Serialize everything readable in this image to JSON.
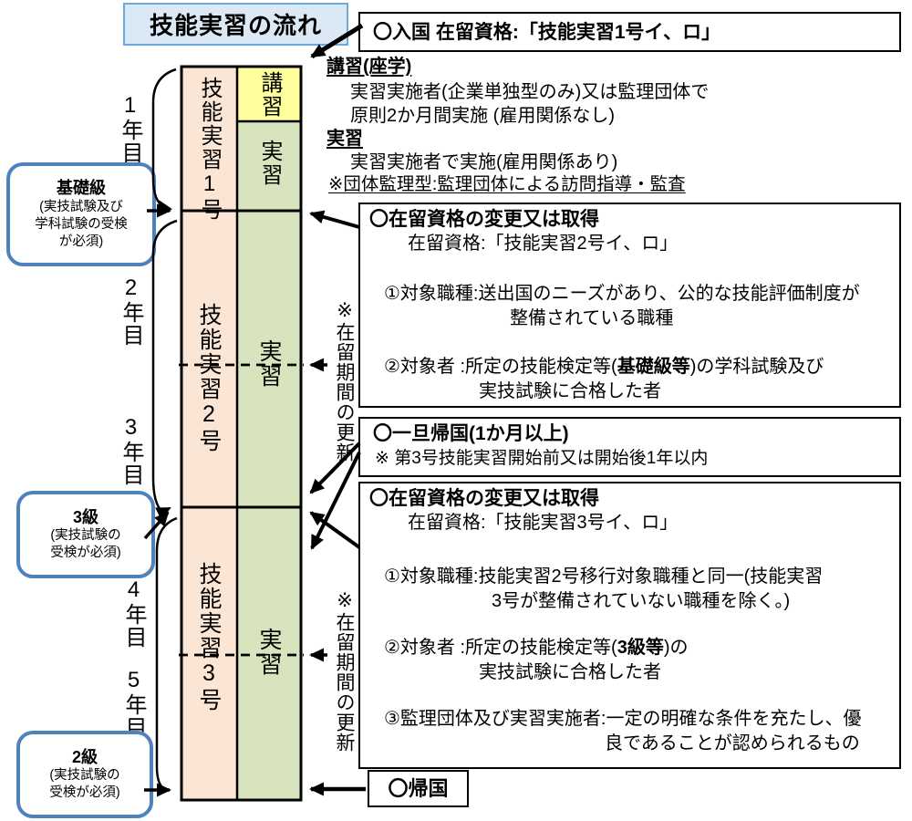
{
  "title": "技能実習の流れ",
  "colors": {
    "pink": "#FBE5D5",
    "green": "#D7E4BD",
    "yellow": "#FFFF9E",
    "title_bg": "#DBE9F6",
    "title_border": "#6FA8DC",
    "level_border": "#4F81BD",
    "line": "#000000"
  },
  "timeline": {
    "years": [
      "1年目",
      "2年目",
      "3年目",
      "4年目",
      "5年目"
    ],
    "phases": [
      "技能実習1号",
      "技能実習2号",
      "技能実習3号"
    ],
    "lecture_label": "講習",
    "training_label": "実習",
    "renewal_note": "※在留期間の更新"
  },
  "level_boxes": [
    {
      "name": "基礎級",
      "detail": "(実技試験及び\n学科試験の受検\nが必須)"
    },
    {
      "name": "3級",
      "detail": "(実技試験の\n受検が必須)"
    },
    {
      "name": "2級",
      "detail": "(実技試験の\n受検が必須)"
    }
  ],
  "notes": {
    "lecture_heading": "講習(座学)",
    "lecture_line1": "実習実施者(企業単独型のみ)又は監理団体で",
    "lecture_line2": "原則2か月間実施 (雇用関係なし)",
    "training_heading": "実習",
    "training_line1": "実習実施者で実施(雇用関係あり)",
    "training_line2": "※団体監理型:監理団体による訪問指導・監査"
  },
  "right_boxes": {
    "entry": {
      "lines": [
        {
          "seg": [
            {
              "t": "〇入国  在留資格:「技能実習1号イ、ロ」",
              "b": true
            }
          ],
          "size": 21,
          "ind": 8
        }
      ]
    },
    "change2": {
      "lines": [
        {
          "seg": [
            {
              "t": "〇在留資格の変更又は取得",
              "b": true
            }
          ],
          "size": 21,
          "ind": 4
        },
        {
          "seg": [
            {
              "t": "在留資格:「技能実習2号イ、ロ」"
            }
          ],
          "ind": 46
        },
        {
          "seg": [
            {
              "t": "①対象職種:送出国のニーズがあり、公的な技能評価制度が"
            }
          ],
          "ind": 20,
          "mt": 28
        },
        {
          "seg": [
            {
              "t": "整備されている職種"
            }
          ],
          "ind": 158
        },
        {
          "seg": [
            {
              "t": "②対象者 :所定の技能検定等("
            },
            {
              "t": "基礎級等",
              "b": true
            },
            {
              "t": ")の学科試験及び"
            }
          ],
          "ind": 20,
          "mt": 26
        },
        {
          "seg": [
            {
              "t": "実技試験に合格した者"
            }
          ],
          "ind": 124
        }
      ]
    },
    "temp_return": {
      "lines": [
        {
          "seg": [
            {
              "t": "〇一旦帰国(1か月以上)",
              "b": true
            }
          ],
          "size": 21,
          "ind": 8
        },
        {
          "seg": [
            {
              "t": "※ 第3号技能実習開始前又は開始後1年以内"
            }
          ],
          "size": 19,
          "ind": 10
        }
      ]
    },
    "change3": {
      "lines": [
        {
          "seg": [
            {
              "t": "〇在留資格の変更又は取得",
              "b": true
            }
          ],
          "size": 21,
          "ind": 4
        },
        {
          "seg": [
            {
              "t": "在留資格:「技能実習3号イ、ロ」"
            }
          ],
          "ind": 46
        },
        {
          "seg": [
            {
              "t": "①対象職種:技能実習2号移行対象職種と同一(技能実習"
            }
          ],
          "ind": 20,
          "mt": 32
        },
        {
          "seg": [
            {
              "t": "3号が整備されていない職種を除く。)"
            }
          ],
          "ind": 138
        },
        {
          "seg": [
            {
              "t": "②対象者 :所定の技能検定等("
            },
            {
              "t": "3級等",
              "b": true
            },
            {
              "t": ")の"
            }
          ],
          "ind": 20,
          "mt": 24
        },
        {
          "seg": [
            {
              "t": "実技試験に合格した者"
            }
          ],
          "ind": 124
        },
        {
          "seg": [
            {
              "t": "③監理団体及び実習実施者:一定の明確な条件を充たし、優"
            }
          ],
          "ind": 20,
          "mt": 24
        },
        {
          "seg": [
            {
              "t": "良であることが認められるもの"
            }
          ],
          "ind": 262
        }
      ]
    },
    "final_return": {
      "lines": [
        {
          "seg": [
            {
              "t": "〇帰国",
              "b": true
            }
          ],
          "size": 22
        }
      ]
    }
  }
}
